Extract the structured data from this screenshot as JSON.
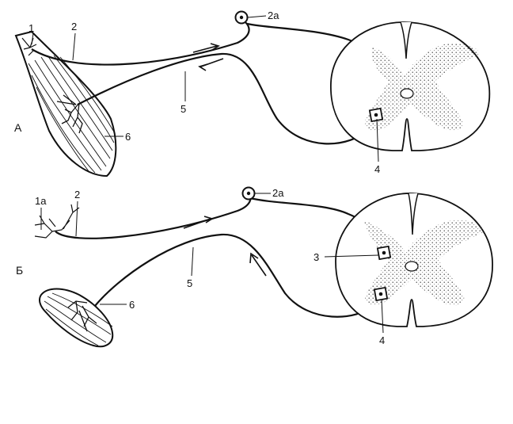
{
  "panel_a": {
    "panel_label": "А",
    "labels": {
      "receptor": "1",
      "afferent": "2",
      "ganglion": "2а",
      "motor_neuron": "4",
      "efferent": "5",
      "effector": "6"
    }
  },
  "panel_b": {
    "panel_label": "Б",
    "labels": {
      "receptor": "1а",
      "afferent": "2",
      "ganglion": "2а",
      "interneuron": "3",
      "motor_neuron": "4",
      "efferent": "5",
      "effector": "6"
    }
  },
  "colors": {
    "ink": "#111111",
    "grey_matter": "#e8e8e8",
    "paper": "#ffffff"
  }
}
